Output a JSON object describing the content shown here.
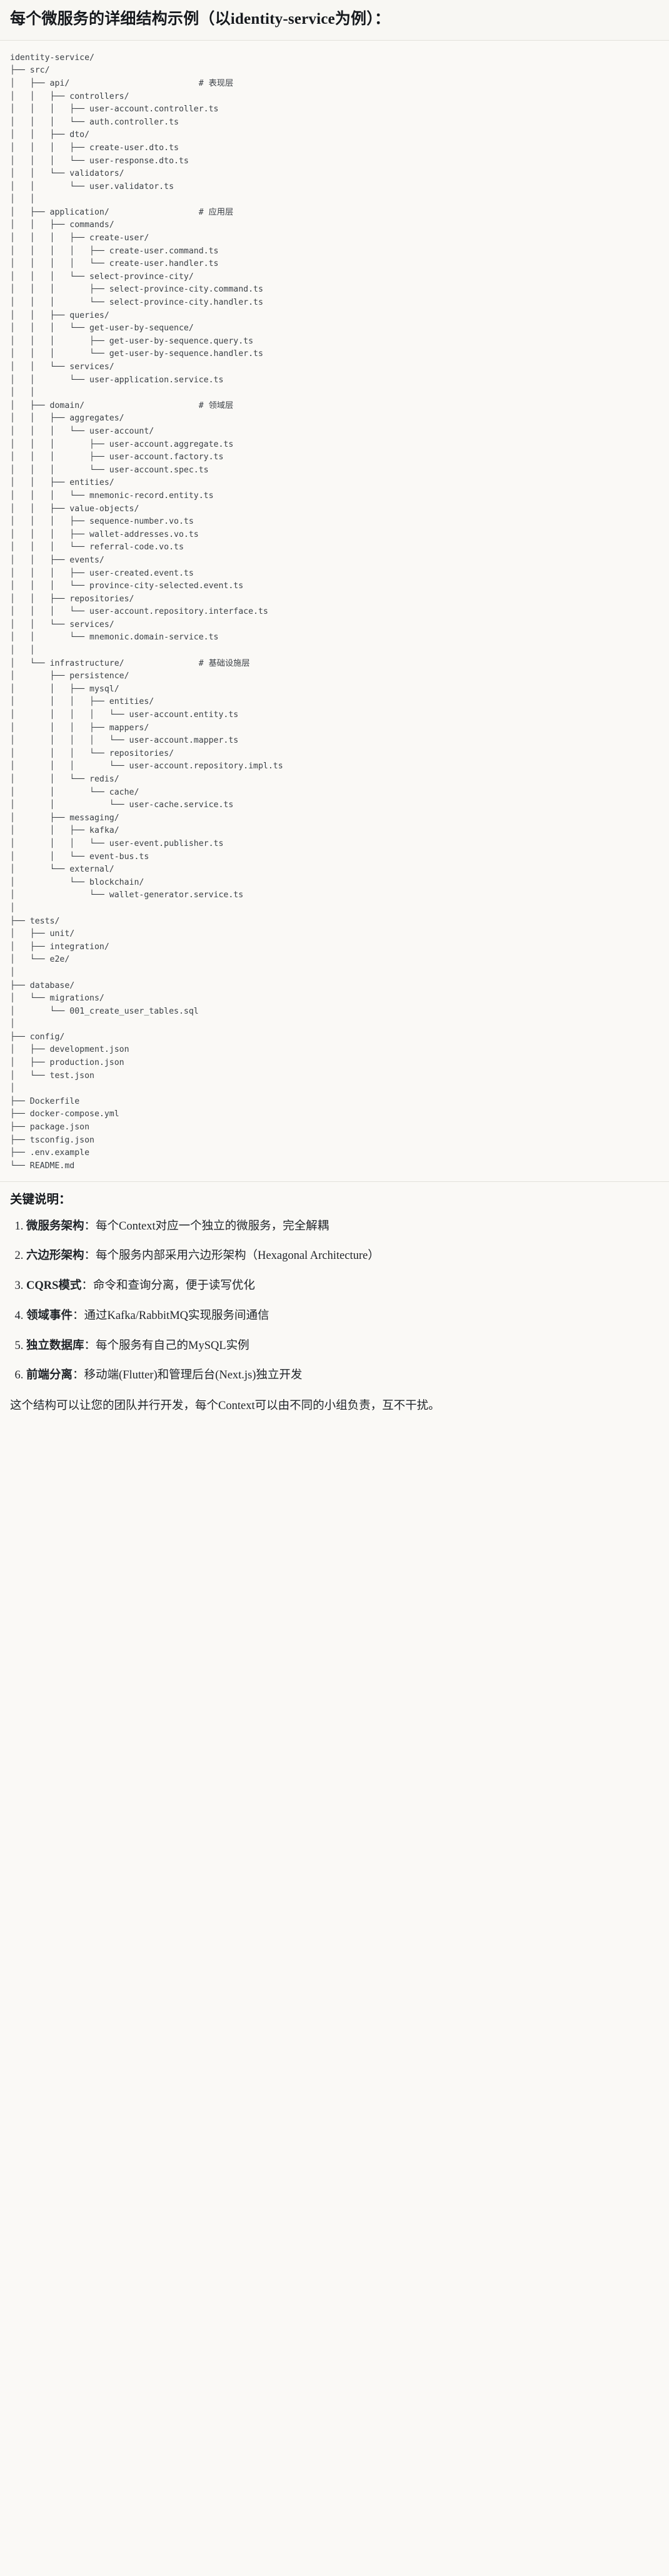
{
  "title": "每个微服务的详细结构示例（以identity-service为例）：",
  "tree": {
    "root": "identity-service/",
    "lines": [
      "identity-service/",
      "├── src/",
      "│   ├── api/                          # 表现层",
      "│   │   ├── controllers/",
      "│   │   │   ├── user-account.controller.ts",
      "│   │   │   └── auth.controller.ts",
      "│   │   ├── dto/",
      "│   │   │   ├── create-user.dto.ts",
      "│   │   │   └── user-response.dto.ts",
      "│   │   └── validators/",
      "│   │       └── user.validator.ts",
      "│   │",
      "│   ├── application/                  # 应用层",
      "│   │   ├── commands/",
      "│   │   │   ├── create-user/",
      "│   │   │   │   ├── create-user.command.ts",
      "│   │   │   │   └── create-user.handler.ts",
      "│   │   │   └── select-province-city/",
      "│   │   │       ├── select-province-city.command.ts",
      "│   │   │       └── select-province-city.handler.ts",
      "│   │   ├── queries/",
      "│   │   │   └── get-user-by-sequence/",
      "│   │   │       ├── get-user-by-sequence.query.ts",
      "│   │   │       └── get-user-by-sequence.handler.ts",
      "│   │   └── services/",
      "│   │       └── user-application.service.ts",
      "│   │",
      "│   ├── domain/                       # 领域层",
      "│   │   ├── aggregates/",
      "│   │   │   └── user-account/",
      "│   │   │       ├── user-account.aggregate.ts",
      "│   │   │       ├── user-account.factory.ts",
      "│   │   │       └── user-account.spec.ts",
      "│   │   ├── entities/",
      "│   │   │   └── mnemonic-record.entity.ts",
      "│   │   ├── value-objects/",
      "│   │   │   ├── sequence-number.vo.ts",
      "│   │   │   ├── wallet-addresses.vo.ts",
      "│   │   │   └── referral-code.vo.ts",
      "│   │   ├── events/",
      "│   │   │   ├── user-created.event.ts",
      "│   │   │   └── province-city-selected.event.ts",
      "│   │   ├── repositories/",
      "│   │   │   └── user-account.repository.interface.ts",
      "│   │   └── services/",
      "│   │       └── mnemonic.domain-service.ts",
      "│   │",
      "│   └── infrastructure/               # 基础设施层",
      "│       ├── persistence/",
      "│       │   ├── mysql/",
      "│       │   │   ├── entities/",
      "│       │   │   │   └── user-account.entity.ts",
      "│       │   │   ├── mappers/",
      "│       │   │   │   └── user-account.mapper.ts",
      "│       │   │   └── repositories/",
      "│       │   │       └── user-account.repository.impl.ts",
      "│       │   └── redis/",
      "│       │       └── cache/",
      "│       │           └── user-cache.service.ts",
      "│       ├── messaging/",
      "│       │   ├── kafka/",
      "│       │   │   └── user-event.publisher.ts",
      "│       │   └── event-bus.ts",
      "│       └── external/",
      "│           └── blockchain/",
      "│               └── wallet-generator.service.ts",
      "│",
      "├── tests/",
      "│   ├── unit/",
      "│   ├── integration/",
      "│   └── e2e/",
      "│",
      "├── database/",
      "│   └── migrations/",
      "│       └── 001_create_user_tables.sql",
      "│",
      "├── config/",
      "│   ├── development.json",
      "│   ├── production.json",
      "│   └── test.json",
      "│",
      "├── Dockerfile",
      "├── docker-compose.yml",
      "├── package.json",
      "├── tsconfig.json",
      "├── .env.example",
      "└── README.md"
    ],
    "comments": [
      "# 表现层",
      "# 应用层",
      "# 领域层",
      "# 基础设施层"
    ]
  },
  "key_points": {
    "heading": "关键说明：",
    "separator": "：",
    "items": [
      {
        "term": "微服务架构",
        "desc": "每个Context对应一个独立的微服务，完全解耦"
      },
      {
        "term": "六边形架构",
        "desc": "每个服务内部采用六边形架构（Hexagonal Architecture）"
      },
      {
        "term": "CQRS模式",
        "desc": "命令和查询分离，便于读写优化"
      },
      {
        "term": "领域事件",
        "desc": "通过Kafka/RabbitMQ实现服务间通信"
      },
      {
        "term": "独立数据库",
        "desc": "每个服务有自己的MySQL实例"
      },
      {
        "term": "前端分离",
        "desc": "移动端(Flutter)和管理后台(Next.js)独立开发"
      }
    ],
    "closing": "这个结构可以让您的团队并行开发，每个Context可以由不同的小组负责，互不干扰。"
  },
  "colors": {
    "background": "#faf9f6",
    "text": "#1f2328",
    "code_text": "#3b4046",
    "divider": "#e3e1dc"
  }
}
